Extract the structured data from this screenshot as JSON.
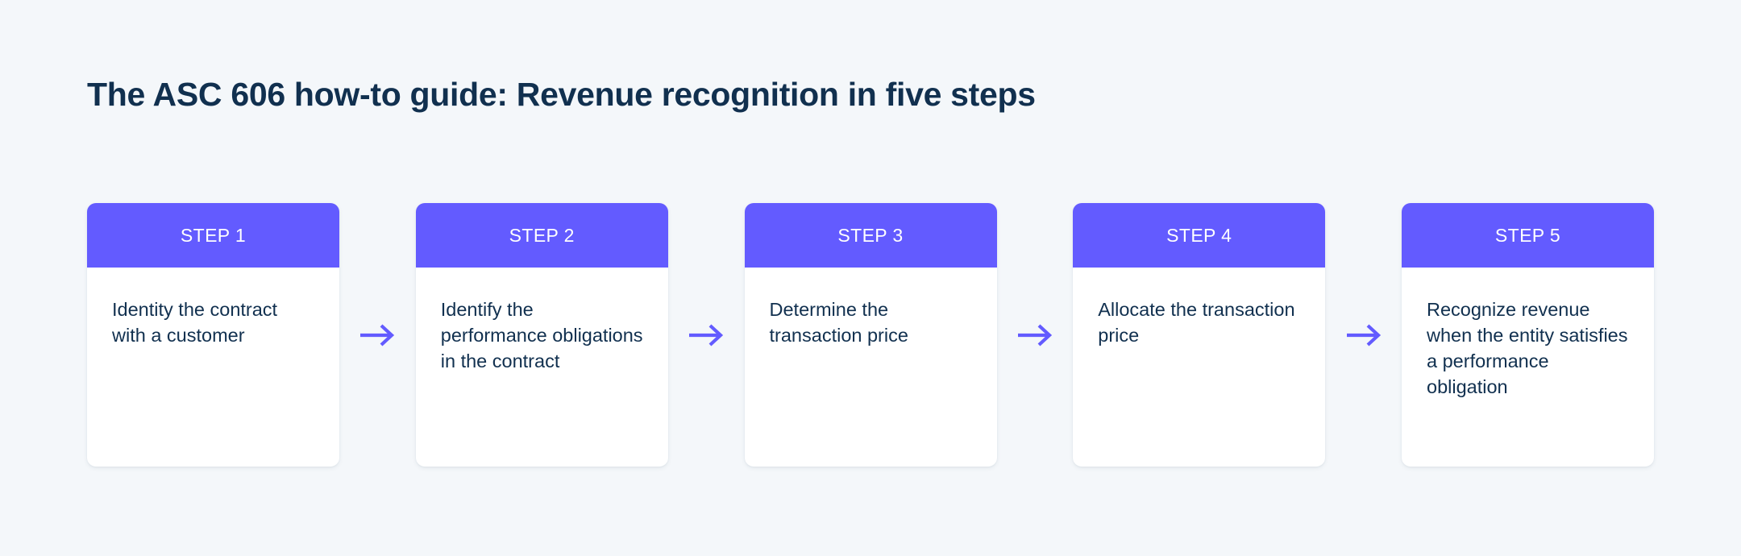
{
  "page": {
    "title": "The ASC 606 how-to guide: Revenue recognition in five steps",
    "background_color": "#f4f7fa",
    "title_color": "#11304f",
    "accent_color": "#635bff",
    "card_background": "#ffffff"
  },
  "connector": {
    "icon": "arrow-right-icon",
    "color": "#635bff",
    "count": 4
  },
  "steps": [
    {
      "label": "STEP 1",
      "text": "Identity the contract with a customer"
    },
    {
      "label": "STEP 2",
      "text": "Identify the performance obligations in the contract"
    },
    {
      "label": "STEP 3",
      "text": "Determine the transaction price"
    },
    {
      "label": "STEP 4",
      "text": "Allocate the transaction price"
    },
    {
      "label": "STEP 5",
      "text": "Recognize revenue when the entity satisfies a performance obligation"
    }
  ]
}
